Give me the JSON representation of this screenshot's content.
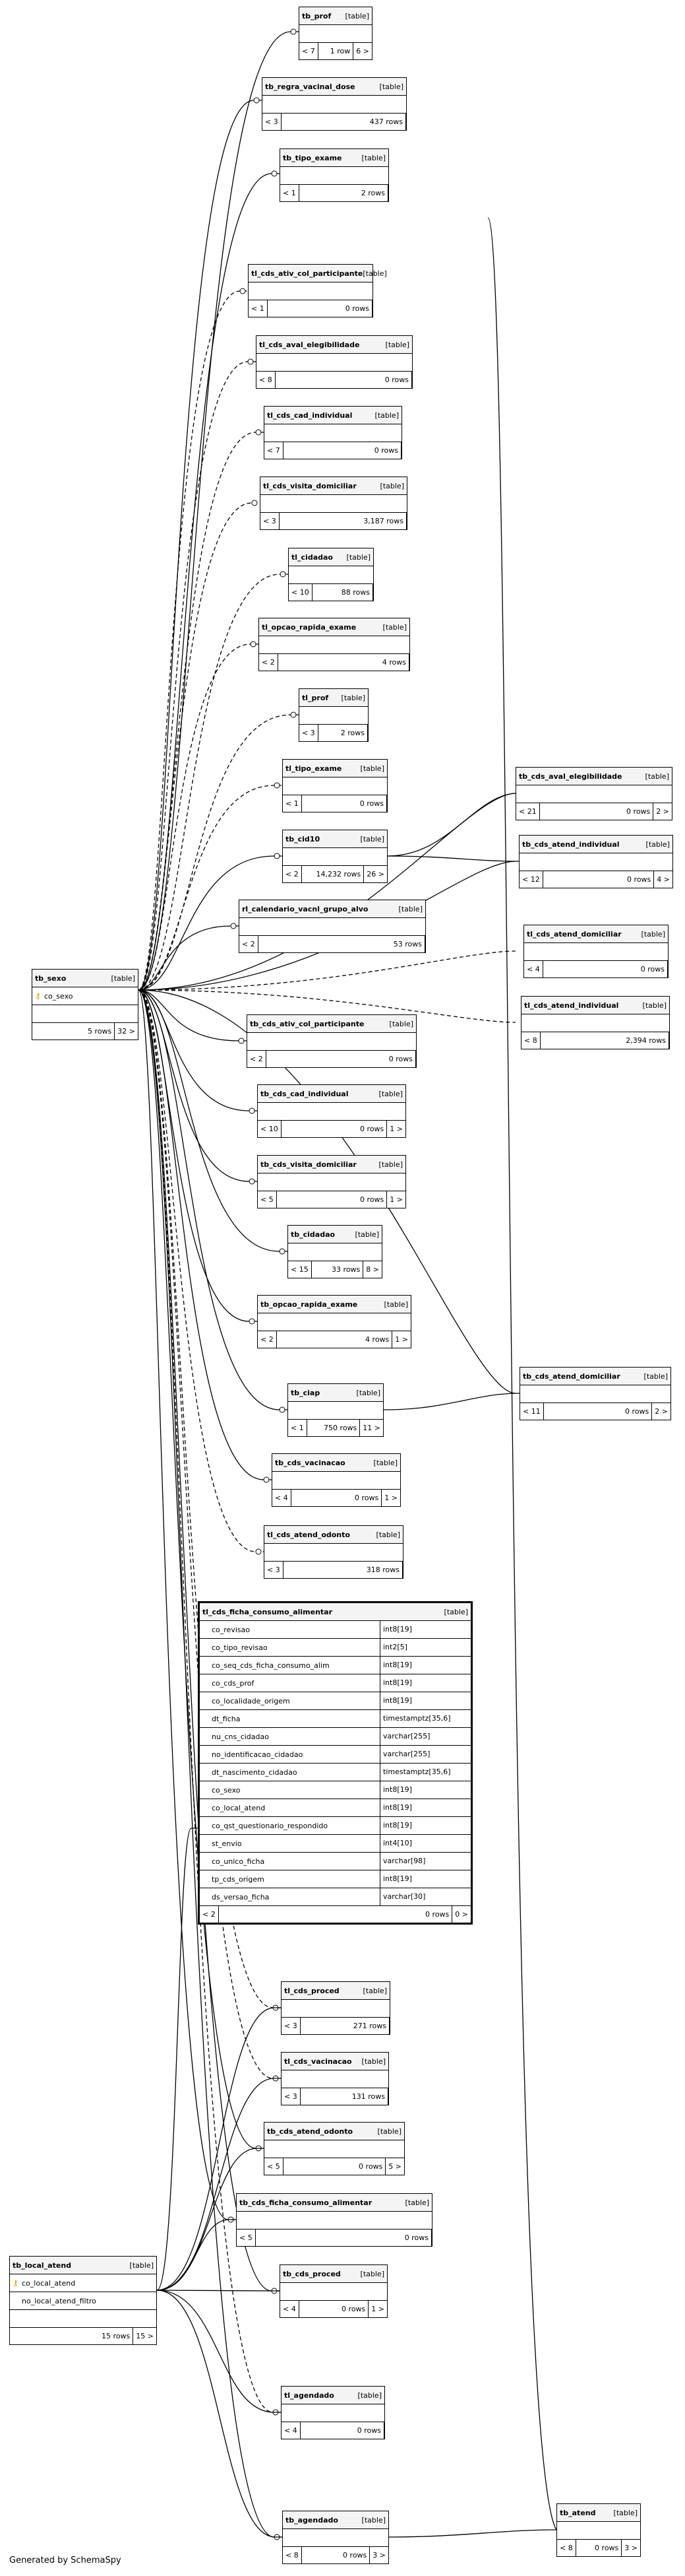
{
  "footer": "Generated by SchemaSpy",
  "tables": [
    {
      "name": "tb_prof",
      "type": "[table]",
      "parents": "< 7",
      "rows": "1 row",
      "children": "6 >"
    },
    {
      "name": "tb_regra_vacinal_dose",
      "type": "[table]",
      "parents": "< 3",
      "rows": "437 rows",
      "children": ""
    },
    {
      "name": "tb_tipo_exame",
      "type": "[table]",
      "parents": "< 1",
      "rows": "2 rows",
      "children": ""
    },
    {
      "name": "tl_cds_ativ_col_participante",
      "type": "[table]",
      "parents": "< 1",
      "rows": "0 rows",
      "children": ""
    },
    {
      "name": "tl_cds_aval_elegibilidade",
      "type": "[table]",
      "parents": "< 8",
      "rows": "0 rows",
      "children": ""
    },
    {
      "name": "tl_cds_cad_individual",
      "type": "[table]",
      "parents": "< 7",
      "rows": "0 rows",
      "children": ""
    },
    {
      "name": "tl_cds_visita_domiciliar",
      "type": "[table]",
      "parents": "< 3",
      "rows": "3,187 rows",
      "children": ""
    },
    {
      "name": "tl_cidadao",
      "type": "[table]",
      "parents": "< 10",
      "rows": "88 rows",
      "children": ""
    },
    {
      "name": "tl_opcao_rapida_exame",
      "type": "[table]",
      "parents": "< 2",
      "rows": "4 rows",
      "children": ""
    },
    {
      "name": "tl_prof",
      "type": "[table]",
      "parents": "< 3",
      "rows": "2 rows",
      "children": ""
    },
    {
      "name": "tl_tipo_exame",
      "type": "[table]",
      "parents": "< 1",
      "rows": "0 rows",
      "children": ""
    },
    {
      "name": "tb_cid10",
      "type": "[table]",
      "parents": "< 2",
      "rows": "14,232 rows",
      "children": "26 >"
    },
    {
      "name": "rl_calendario_vacnl_grupo_alvo",
      "type": "[table]",
      "parents": "< 2",
      "rows": "53 rows",
      "children": ""
    },
    {
      "name": "tb_cds_ativ_col_participante",
      "type": "[table]",
      "parents": "< 2",
      "rows": "0 rows",
      "children": ""
    },
    {
      "name": "tb_cds_cad_individual",
      "type": "[table]",
      "parents": "< 10",
      "rows": "0 rows",
      "children": "1 >"
    },
    {
      "name": "tb_cds_visita_domiciliar",
      "type": "[table]",
      "parents": "< 5",
      "rows": "0 rows",
      "children": "1 >"
    },
    {
      "name": "tb_cidadao",
      "type": "[table]",
      "parents": "< 15",
      "rows": "33 rows",
      "children": "8 >"
    },
    {
      "name": "tb_opcao_rapida_exame",
      "type": "[table]",
      "parents": "< 2",
      "rows": "4 rows",
      "children": "1 >"
    },
    {
      "name": "tb_ciap",
      "type": "[table]",
      "parents": "< 1",
      "rows": "750 rows",
      "children": "11 >"
    },
    {
      "name": "tb_cds_vacinacao",
      "type": "[table]",
      "parents": "< 4",
      "rows": "0 rows",
      "children": "1 >"
    },
    {
      "name": "tl_cds_atend_odonto",
      "type": "[table]",
      "parents": "< 3",
      "rows": "318 rows",
      "children": ""
    },
    {
      "name": "tl_cds_proced",
      "type": "[table]",
      "parents": "< 3",
      "rows": "271 rows",
      "children": ""
    },
    {
      "name": "tl_cds_vacinacao",
      "type": "[table]",
      "parents": "< 3",
      "rows": "131 rows",
      "children": ""
    },
    {
      "name": "tb_cds_atend_odonto",
      "type": "[table]",
      "parents": "< 5",
      "rows": "0 rows",
      "children": "5 >"
    },
    {
      "name": "tb_cds_ficha_consumo_alimentar",
      "type": "[table]",
      "parents": "< 5",
      "rows": "0 rows",
      "children": ""
    },
    {
      "name": "tb_cds_proced",
      "type": "[table]",
      "parents": "< 4",
      "rows": "0 rows",
      "children": "1 >"
    },
    {
      "name": "tl_agendado",
      "type": "[table]",
      "parents": "< 4",
      "rows": "0 rows",
      "children": ""
    },
    {
      "name": "tb_agendado",
      "type": "[table]",
      "parents": "< 8",
      "rows": "0 rows",
      "children": "3 >"
    },
    {
      "name": "tb_atend",
      "type": "[table]",
      "parents": "< 8",
      "rows": "0 rows",
      "children": "3 >"
    },
    {
      "name": "tb_cds_aval_elegibilidade",
      "type": "[table]",
      "parents": "< 21",
      "rows": "0 rows",
      "children": "2 >"
    },
    {
      "name": "tb_cds_atend_individual",
      "type": "[table]",
      "parents": "< 12",
      "rows": "0 rows",
      "children": "4 >"
    },
    {
      "name": "tl_cds_atend_domiciliar",
      "type": "[table]",
      "parents": "< 4",
      "rows": "0 rows",
      "children": ""
    },
    {
      "name": "tl_cds_atend_individual",
      "type": "[table]",
      "parents": "< 8",
      "rows": "2,394 rows",
      "children": ""
    },
    {
      "name": "tb_cds_atend_domiciliar",
      "type": "[table]",
      "parents": "< 11",
      "rows": "0 rows",
      "children": "2 >"
    }
  ],
  "tb_sexo": {
    "name": "tb_sexo",
    "type": "[table]",
    "columns": [
      {
        "name": "co_sexo",
        "key": "🔑"
      }
    ],
    "rows": "5 rows",
    "children": "32 >"
  },
  "tb_local_atend": {
    "name": "tb_local_atend",
    "type": "[table]",
    "columns": [
      {
        "name": "co_local_atend",
        "key": "🔑"
      },
      {
        "name": "no_local_atend_filtro",
        "key": ""
      }
    ],
    "rows": "15 rows",
    "children": "15 >"
  },
  "focus": {
    "name": "tl_cds_ficha_consumo_alimentar",
    "type": "[table]",
    "columns": [
      {
        "name": "co_revisao",
        "type": "int8[19]"
      },
      {
        "name": "co_tipo_revisao",
        "type": "int2[5]"
      },
      {
        "name": "co_seq_cds_ficha_consumo_alim",
        "type": "int8[19]"
      },
      {
        "name": "co_cds_prof",
        "type": "int8[19]"
      },
      {
        "name": "co_localidade_origem",
        "type": "int8[19]"
      },
      {
        "name": "dt_ficha",
        "type": "timestamptz[35,6]"
      },
      {
        "name": "nu_cns_cidadao",
        "type": "varchar[255]"
      },
      {
        "name": "no_identificacao_cidadao",
        "type": "varchar[255]"
      },
      {
        "name": "dt_nascimento_cidadao",
        "type": "timestamptz[35,6]"
      },
      {
        "name": "co_sexo",
        "type": "int8[19]"
      },
      {
        "name": "co_local_atend",
        "type": "int8[19]"
      },
      {
        "name": "co_qst_questionario_respondido",
        "type": "int8[19]"
      },
      {
        "name": "st_envio",
        "type": "int4[10]"
      },
      {
        "name": "co_unico_ficha",
        "type": "varchar[98]"
      },
      {
        "name": "tp_cds_origem",
        "type": "int8[19]"
      },
      {
        "name": "ds_versao_ficha",
        "type": "varchar[30]"
      }
    ],
    "parents": "< 2",
    "rows": "0 rows",
    "children": "0 >"
  }
}
